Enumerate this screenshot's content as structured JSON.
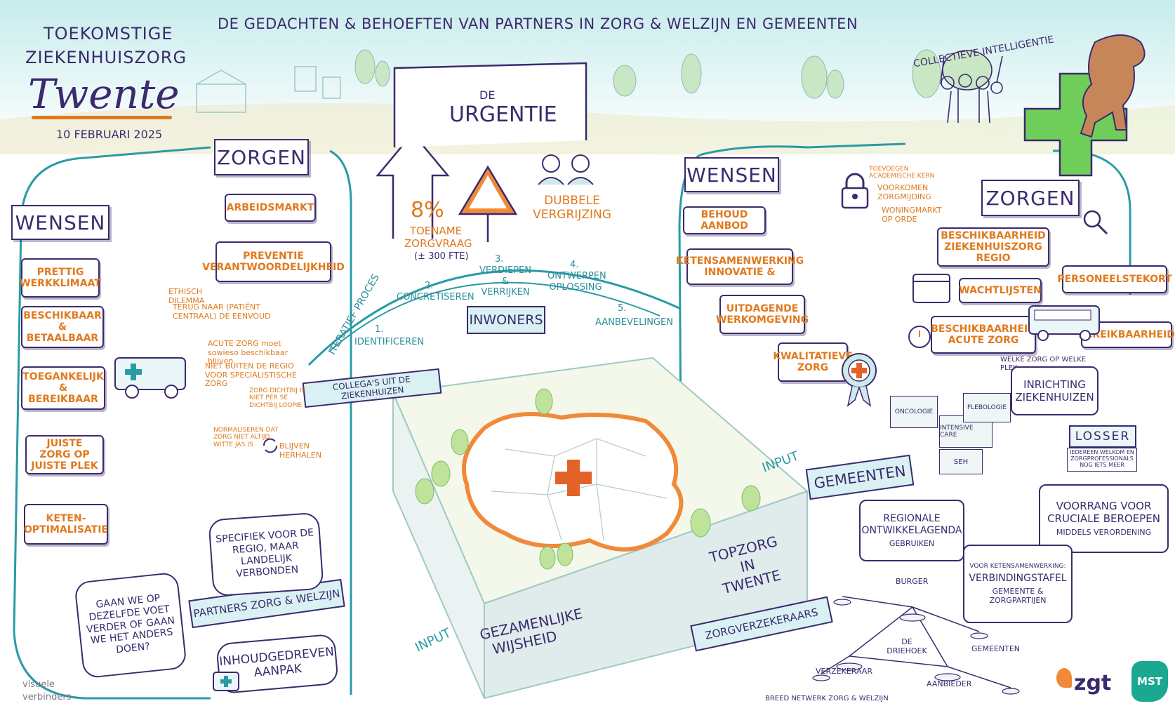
{
  "header": {
    "title_line1": "TOEKOMSTIGE",
    "title_line2": "ZIEKENHUISZORG",
    "region": "Twente",
    "date": "10 FEBRUARI 2025",
    "subtitle": "DE GEDACHTEN & BEHOEFTEN VAN PARTNERS IN ZORG & WELZIJN EN GEMEENTEN",
    "collective": "COLLECTIEVE INTELLIGENTIE"
  },
  "urgency": {
    "de": "DE",
    "title": "URGENTIE",
    "stat_value": "8%",
    "stat_text": "TOENAME ZORGVRAAG",
    "stat_sub": "(± 300 FTE)",
    "aging": "DUBBELE VERGRIJZING"
  },
  "process": {
    "label": "ITERATIEF PROCES",
    "steps": [
      {
        "n": "1.",
        "label": "IDENTIFICEREN"
      },
      {
        "n": "2.",
        "label": "CONCRETISEREN"
      },
      {
        "n": "3.",
        "label": "VERDIEPEN & VERRIJKEN"
      },
      {
        "n": "4.",
        "label": "ONTWERPEN OPLOSSING"
      },
      {
        "n": "5.",
        "label": "AANBEVELINGEN"
      }
    ]
  },
  "center": {
    "inwoners": "INWONERS",
    "collegas": "COLLEGA'S UIT DE ZIEKENHUIZEN",
    "topzorg": "TOPZORG IN TWENTE",
    "wisdom": "GEZAMENLIJKE WIJSHEID",
    "input_left": "INPUT",
    "input_right": "INPUT",
    "gemeenten": "GEMEENTEN",
    "partners": "PARTNERS ZORG & WELZIJN",
    "verzekeraars": "ZORGVERZEKERAARS"
  },
  "left": {
    "zorgen_title": "ZORGEN",
    "zorgen": [
      "ARBEIDSMARKT",
      "PREVENTIE VERANTWOORDELIJKHEID"
    ],
    "wensen_title": "WENSEN",
    "wensen": [
      "PRETTIG WERKKLIMAAT",
      "BESCHIKBAAR & BETAALBAAR",
      "TOEGANKELIJK & BEREIKBAAR",
      "JUISTE ZORG OP JUISTE PLEK",
      "KETEN-OPTIMALISATIE"
    ],
    "notes": {
      "ethisch": "ETHISCH DILEMMA",
      "terug": "TERUG NAAR (PATIËNT CENTRAAL) DE EENVOUD",
      "acute": "ACUTE ZORG moet sowieso beschikbaar blijven",
      "niet_buiten": "NIET BUITEN DE REGIO VOOR SPECIALISTISCHE ZORG",
      "dichtbij": "ZORG DICHTBIJ IS NIET PER SÉ DICHTBIJ LOOPIE",
      "normaliseren": "NORMALISEREN DAT ZORG NIET ALTIJD WITTE JAS IS",
      "herhalen": "BLIJVEN HERHALEN"
    },
    "specifiek": "SPECIFIEK VOOR DE REGIO, MAAR LANDELIJK VERBONDEN",
    "vraag": "GAAN WE OP DEZELFDE VOET VERDER OF GAAN WE HET ANDERS DOEN?",
    "inhoud": "INHOUDGEDREVEN AANPAK"
  },
  "right": {
    "wensen_title": "WENSEN",
    "wensen": [
      "BEHOUD AANBOD",
      "KETENSAMENWERKING INNOVATIE &",
      "UITDAGENDE WERKOMGEVING",
      "KWALITATIEVE ZORG"
    ],
    "lock_notes": [
      "TOEVOEGEN ACADEMISCHE KERN",
      "VOORKOMEN ZORGMIJDING",
      "WONINGMARKT OP ORDE"
    ],
    "zorgen_title": "ZORGEN",
    "zorgen": [
      "BESCHIKBAARHEID ZIEKENHUISZORG REGIO",
      "WACHTLIJSTEN",
      "BESCHIKBAARHEID ACUTE ZORG",
      "PERSONEELSTEKORT",
      "BEREIKBAARHEID"
    ],
    "inrichting_note": "WELKE ZORG OP WELKE PLEK",
    "inrichting": "INRICHTING ZIEKENHUIZEN",
    "boxes": [
      "ONCOLOGIE",
      "INTENSIVE CARE",
      "FLEBOLOGIE",
      "SEH"
    ],
    "losser": "LOSSER",
    "losser_note": "IEDEREEN WELKOM EN ZORGPROFESSIONALS NOG IETS MEER",
    "voorrang": "VOORRANG VOOR CRUCIALE BEROEPEN",
    "voorrang_sub": "MIDDELS VERORDENING",
    "regionale": "REGIONALE ONTWIKKELAGENDA",
    "regionale_sub": "GEBRUIKEN",
    "verbind_note": "VOOR KETENSAMENWERKING:",
    "verbind": "VERBINDINGSTAFEL",
    "verbind_sub": "GEMEENTE & ZORGPARTIJEN",
    "network": {
      "burger": "BURGER",
      "driehoek": "DE DRIEHOEK",
      "verzekeraar": "VERZEKERAAR",
      "gemeenten": "GEMEENTEN",
      "aanbieder": "AANBIEDER",
      "breed": "BREED NETWERK ZORG & WELZIJN"
    }
  },
  "footer": {
    "maker_line1": "visuele",
    "maker_line2": "verbinders",
    "logo1": "zgt",
    "logo2": "MST"
  }
}
